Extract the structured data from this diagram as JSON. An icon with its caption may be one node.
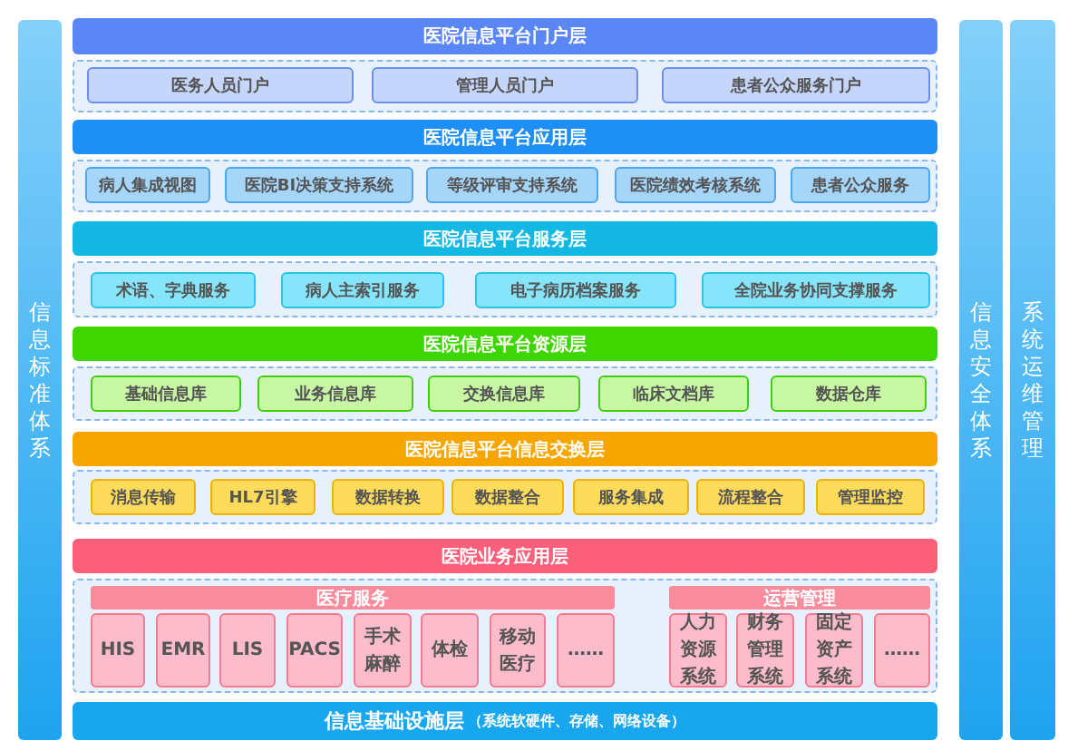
{
  "diagram": {
    "nodes": [
      {
        "text": [
          "信息标准体系"
        ]
      },
      {
        "text": [
          "医院信息平台门户层"
        ]
      },
      {
        "text": [],
        "shape": "box"
      },
      {
        "text": [
          "医务人员门户"
        ],
        "in": 2
      },
      {
        "text": [
          "管理人员门户"
        ],
        "in": 2
      },
      {
        "text": [
          "患者公众服务门户"
        ],
        "in": 2
      },
      {
        "text": [
          "医院信息平台应用层"
        ]
      },
      {
        "text": [],
        "shape": "box"
      },
      {
        "text": [
          "病人集成视图"
        ],
        "in": 7
      },
      {
        "text": [
          "医院BI决策支持系统"
        ],
        "in": 7
      },
      {
        "text": [
          "等级评审支持系统"
        ],
        "in": 7
      },
      {
        "text": [
          "医院绩效考核系统"
        ],
        "in": 7
      },
      {
        "text": [
          "患者公众服务"
        ],
        "in": 7
      },
      {
        "text": [
          "医院信息平台服务层"
        ]
      },
      {
        "text": [],
        "shape": "box"
      },
      {
        "text": [
          "术语、字典服务"
        ],
        "in": 14
      },
      {
        "text": [
          "病人主索引服务"
        ],
        "in": 14
      },
      {
        "text": [
          "电子病历档案服务"
        ],
        "in": 14
      },
      {
        "text": [
          "全院业务协同支撑服务"
        ],
        "in": 14
      },
      {
        "text": [
          "医院信息平台资源层"
        ]
      },
      {
        "text": [],
        "shape": "box"
      },
      {
        "text": [
          "基础信息库"
        ],
        "in": 20
      },
      {
        "text": [
          "业务信息库"
        ],
        "in": 20
      },
      {
        "text": [
          "交换信息库"
        ],
        "in": 20
      },
      {
        "text": [
          "临床文档库"
        ],
        "in": 20
      },
      {
        "text": [
          "数据仓库"
        ],
        "in": 20
      },
      {
        "text": [
          "医院信息平台信息交换层"
        ]
      },
      {
        "text": [],
        "shape": "box"
      },
      {
        "text": [
          "消息传输"
        ],
        "in": 27
      },
      {
        "text": [
          "HL7引擎"
        ],
        "in": 27
      },
      {
        "text": [
          "数据转换"
        ],
        "in": 27
      },
      {
        "text": [
          "数据整合"
        ],
        "in": 27
      },
      {
        "text": [
          "服务集成"
        ],
        "in": 27
      },
      {
        "text": [
          "流程整合"
        ],
        "in": 27
      },
      {
        "text": [
          "管理监控"
        ],
        "in": 27
      },
      {
        "text": [
          "医院业务应用层"
        ]
      },
      {
        "text": [],
        "shape": "box"
      },
      {
        "text": [
          "医疗服务"
        ],
        "in": 36
      },
      {
        "text": [
          "HIS"
        ],
        "in": 36
      },
      {
        "text": [
          "EMR"
        ],
        "in": 36
      },
      {
        "text": [
          "LIS"
        ],
        "in": 36
      },
      {
        "text": [
          "PACS"
        ],
        "in": 36
      },
      {
        "text": [
          "手术麻醉"
        ],
        "in": 36
      },
      {
        "text": [
          "体检"
        ],
        "in": 36
      },
      {
        "text": [
          "移动医疗"
        ],
        "in": 36
      },
      {
        "text": [
          "……"
        ],
        "in": 36
      },
      {
        "text": [
          "运营管理"
        ],
        "in": 36
      },
      {
        "text": [
          "人力资源系统"
        ],
        "in": 36
      },
      {
        "text": [
          "财务管理系统"
        ],
        "in": 36
      },
      {
        "text": [
          "固定资产系统"
        ],
        "in": 36
      },
      {
        "text": [
          "……"
        ],
        "in": 36
      },
      {
        "text": [
          "信息基础设施层",
          "（系统软硬件、存储、网络设备）"
        ]
      },
      {
        "text": [
          "信息安全体系"
        ]
      },
      {
        "text": [
          "系统运维管理"
        ]
      }
    ],
    "edges": []
  }
}
